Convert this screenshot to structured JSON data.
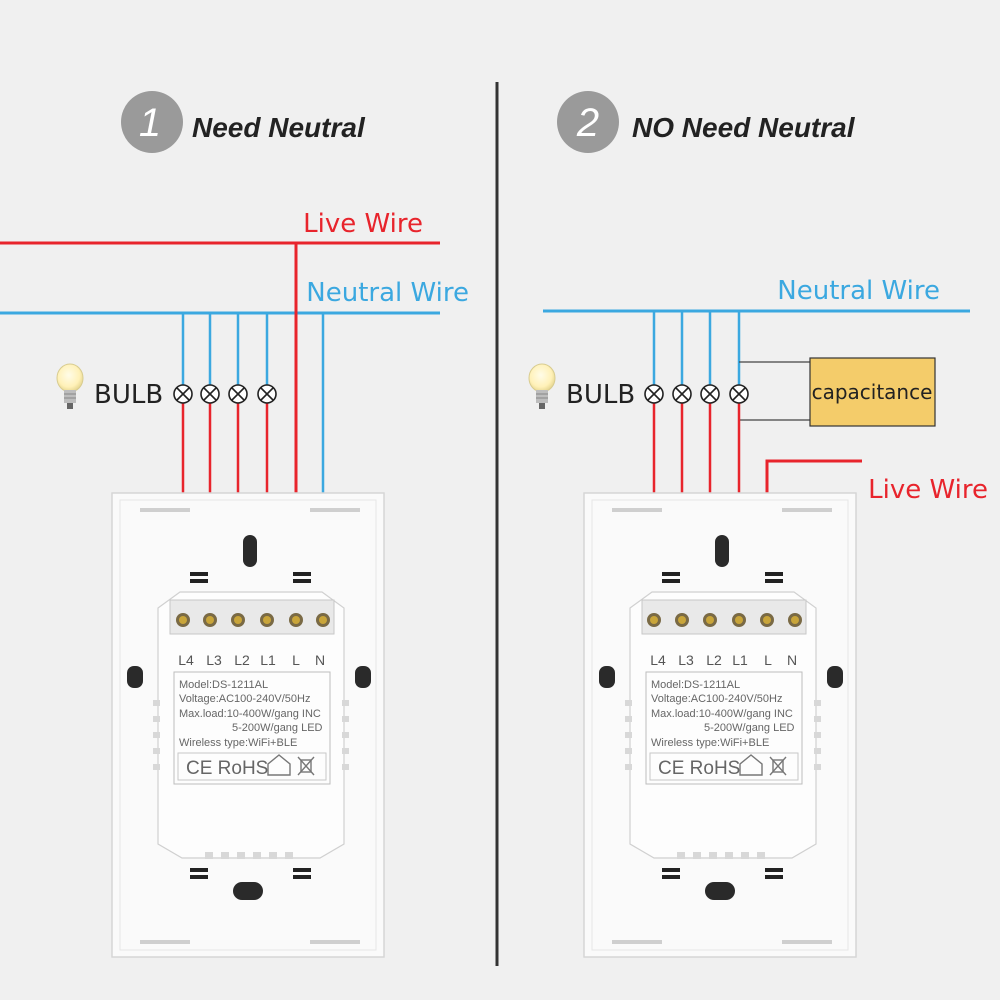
{
  "colors": {
    "live": "#e8242c",
    "neutral": "#3ba8e0",
    "badge": "#9a9a9a",
    "cap": "#f4cc6a"
  },
  "panel1": {
    "number": "1",
    "title": "Need Neutral",
    "live_label": "Live Wire",
    "neutral_label": "Neutral Wire",
    "bulb_label": "BULB"
  },
  "panel2": {
    "number": "2",
    "title": "NO Need Neutral",
    "live_label": "Live Wire",
    "neutral_label": "Neutral Wire",
    "bulb_label": "BULB",
    "capacitance_label": "capacitance"
  },
  "switch": {
    "terminals": [
      "L4",
      "L3",
      "L2",
      "L1",
      "L",
      "N"
    ],
    "model": "Model:DS-1211AL",
    "voltage": "Voltage:AC100-240V/50Hz",
    "maxload": "Max.load:10-400W/gang  INC",
    "led": "5-200W/gang  LED",
    "wireless": "Wireless type:WiFi+BLE",
    "marks": "CE RoHS"
  }
}
